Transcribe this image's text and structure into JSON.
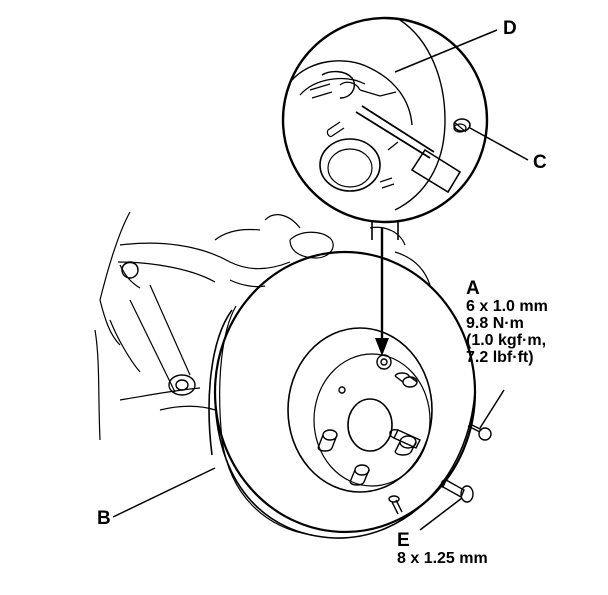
{
  "callouts": {
    "A": {
      "letter": "A",
      "spec_lines": [
        "6 x 1.0 mm",
        "9.8 N·m",
        "(1.0 kgf·m,",
        "7.2 lbf·ft)"
      ]
    },
    "B": {
      "letter": "B"
    },
    "C": {
      "letter": "C"
    },
    "D": {
      "letter": "D"
    },
    "E": {
      "letter": "E",
      "spec_lines": [
        "8 x 1.25 mm"
      ]
    }
  },
  "colors": {
    "ink": "#000000",
    "background": "#ffffff"
  }
}
